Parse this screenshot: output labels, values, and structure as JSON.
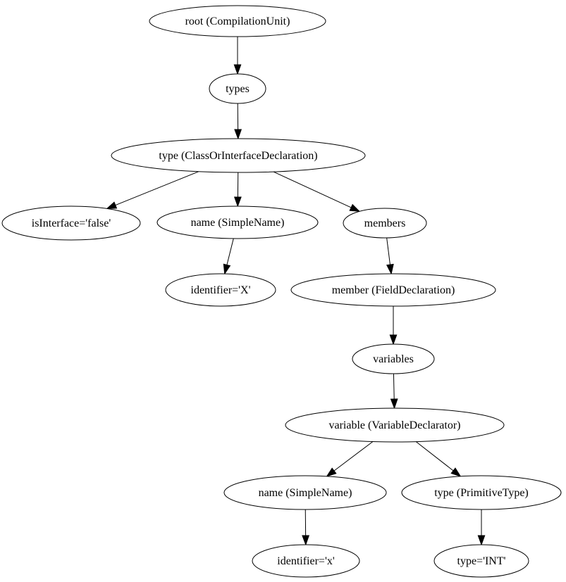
{
  "diagram": {
    "type": "ast-tree",
    "background_color": "#ffffff",
    "node_fill_color": "#ffffff",
    "node_stroke_color": "#000000",
    "edge_color": "#000000",
    "text_color": "#000000",
    "nodes": [
      {
        "id": "root",
        "label": "root (CompilationUnit)"
      },
      {
        "id": "types",
        "label": "types"
      },
      {
        "id": "type_class",
        "label": "type (ClassOrInterfaceDeclaration)"
      },
      {
        "id": "is_interface",
        "label": "isInterface='false'"
      },
      {
        "id": "name_class",
        "label": "name (SimpleName)"
      },
      {
        "id": "members",
        "label": "members"
      },
      {
        "id": "identifier_X",
        "label": "identifier='X'"
      },
      {
        "id": "member_field",
        "label": "member (FieldDeclaration)"
      },
      {
        "id": "variables",
        "label": "variables"
      },
      {
        "id": "variable_decl",
        "label": "variable (VariableDeclarator)"
      },
      {
        "id": "name_var",
        "label": "name (SimpleName)"
      },
      {
        "id": "type_prim",
        "label": "type (PrimitiveType)"
      },
      {
        "id": "identifier_x",
        "label": "identifier='x'"
      },
      {
        "id": "type_int",
        "label": "type='INT'"
      }
    ],
    "edges": [
      {
        "from": "root",
        "to": "types"
      },
      {
        "from": "types",
        "to": "type_class"
      },
      {
        "from": "type_class",
        "to": "is_interface"
      },
      {
        "from": "type_class",
        "to": "name_class"
      },
      {
        "from": "type_class",
        "to": "members"
      },
      {
        "from": "name_class",
        "to": "identifier_X"
      },
      {
        "from": "members",
        "to": "member_field"
      },
      {
        "from": "member_field",
        "to": "variables"
      },
      {
        "from": "variables",
        "to": "variable_decl"
      },
      {
        "from": "variable_decl",
        "to": "name_var"
      },
      {
        "from": "variable_decl",
        "to": "type_prim"
      },
      {
        "from": "name_var",
        "to": "identifier_x"
      },
      {
        "from": "type_prim",
        "to": "type_int"
      }
    ]
  }
}
